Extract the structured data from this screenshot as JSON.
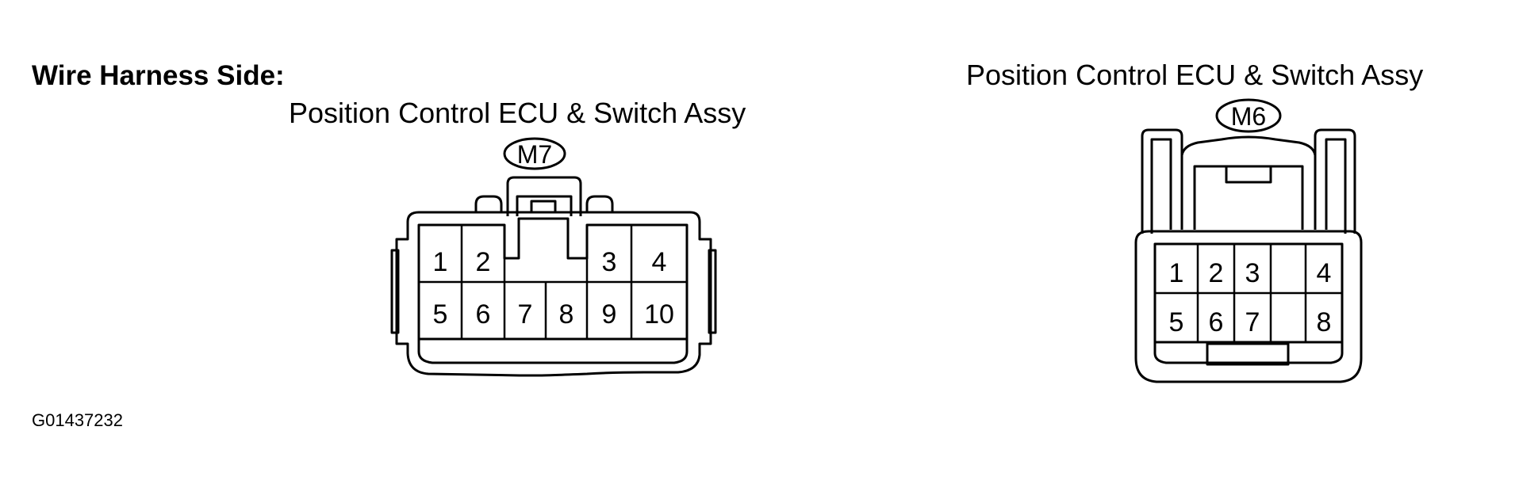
{
  "heading": "Wire Harness Side:",
  "figure_code": "G01437232",
  "connectors": [
    {
      "name": "Position Control ECU & Switch Assy",
      "code": "M7",
      "pins_row1": [
        "1",
        "2",
        "",
        "",
        "3",
        "4"
      ],
      "pins_row2": [
        "5",
        "6",
        "7",
        "8",
        "9",
        "10"
      ]
    },
    {
      "name": "Position Control ECU & Switch Assy",
      "code": "M6",
      "pins_row1": [
        "1",
        "2",
        "3",
        "4"
      ],
      "pins_row2": [
        "5",
        "6",
        "7",
        "8"
      ]
    }
  ]
}
